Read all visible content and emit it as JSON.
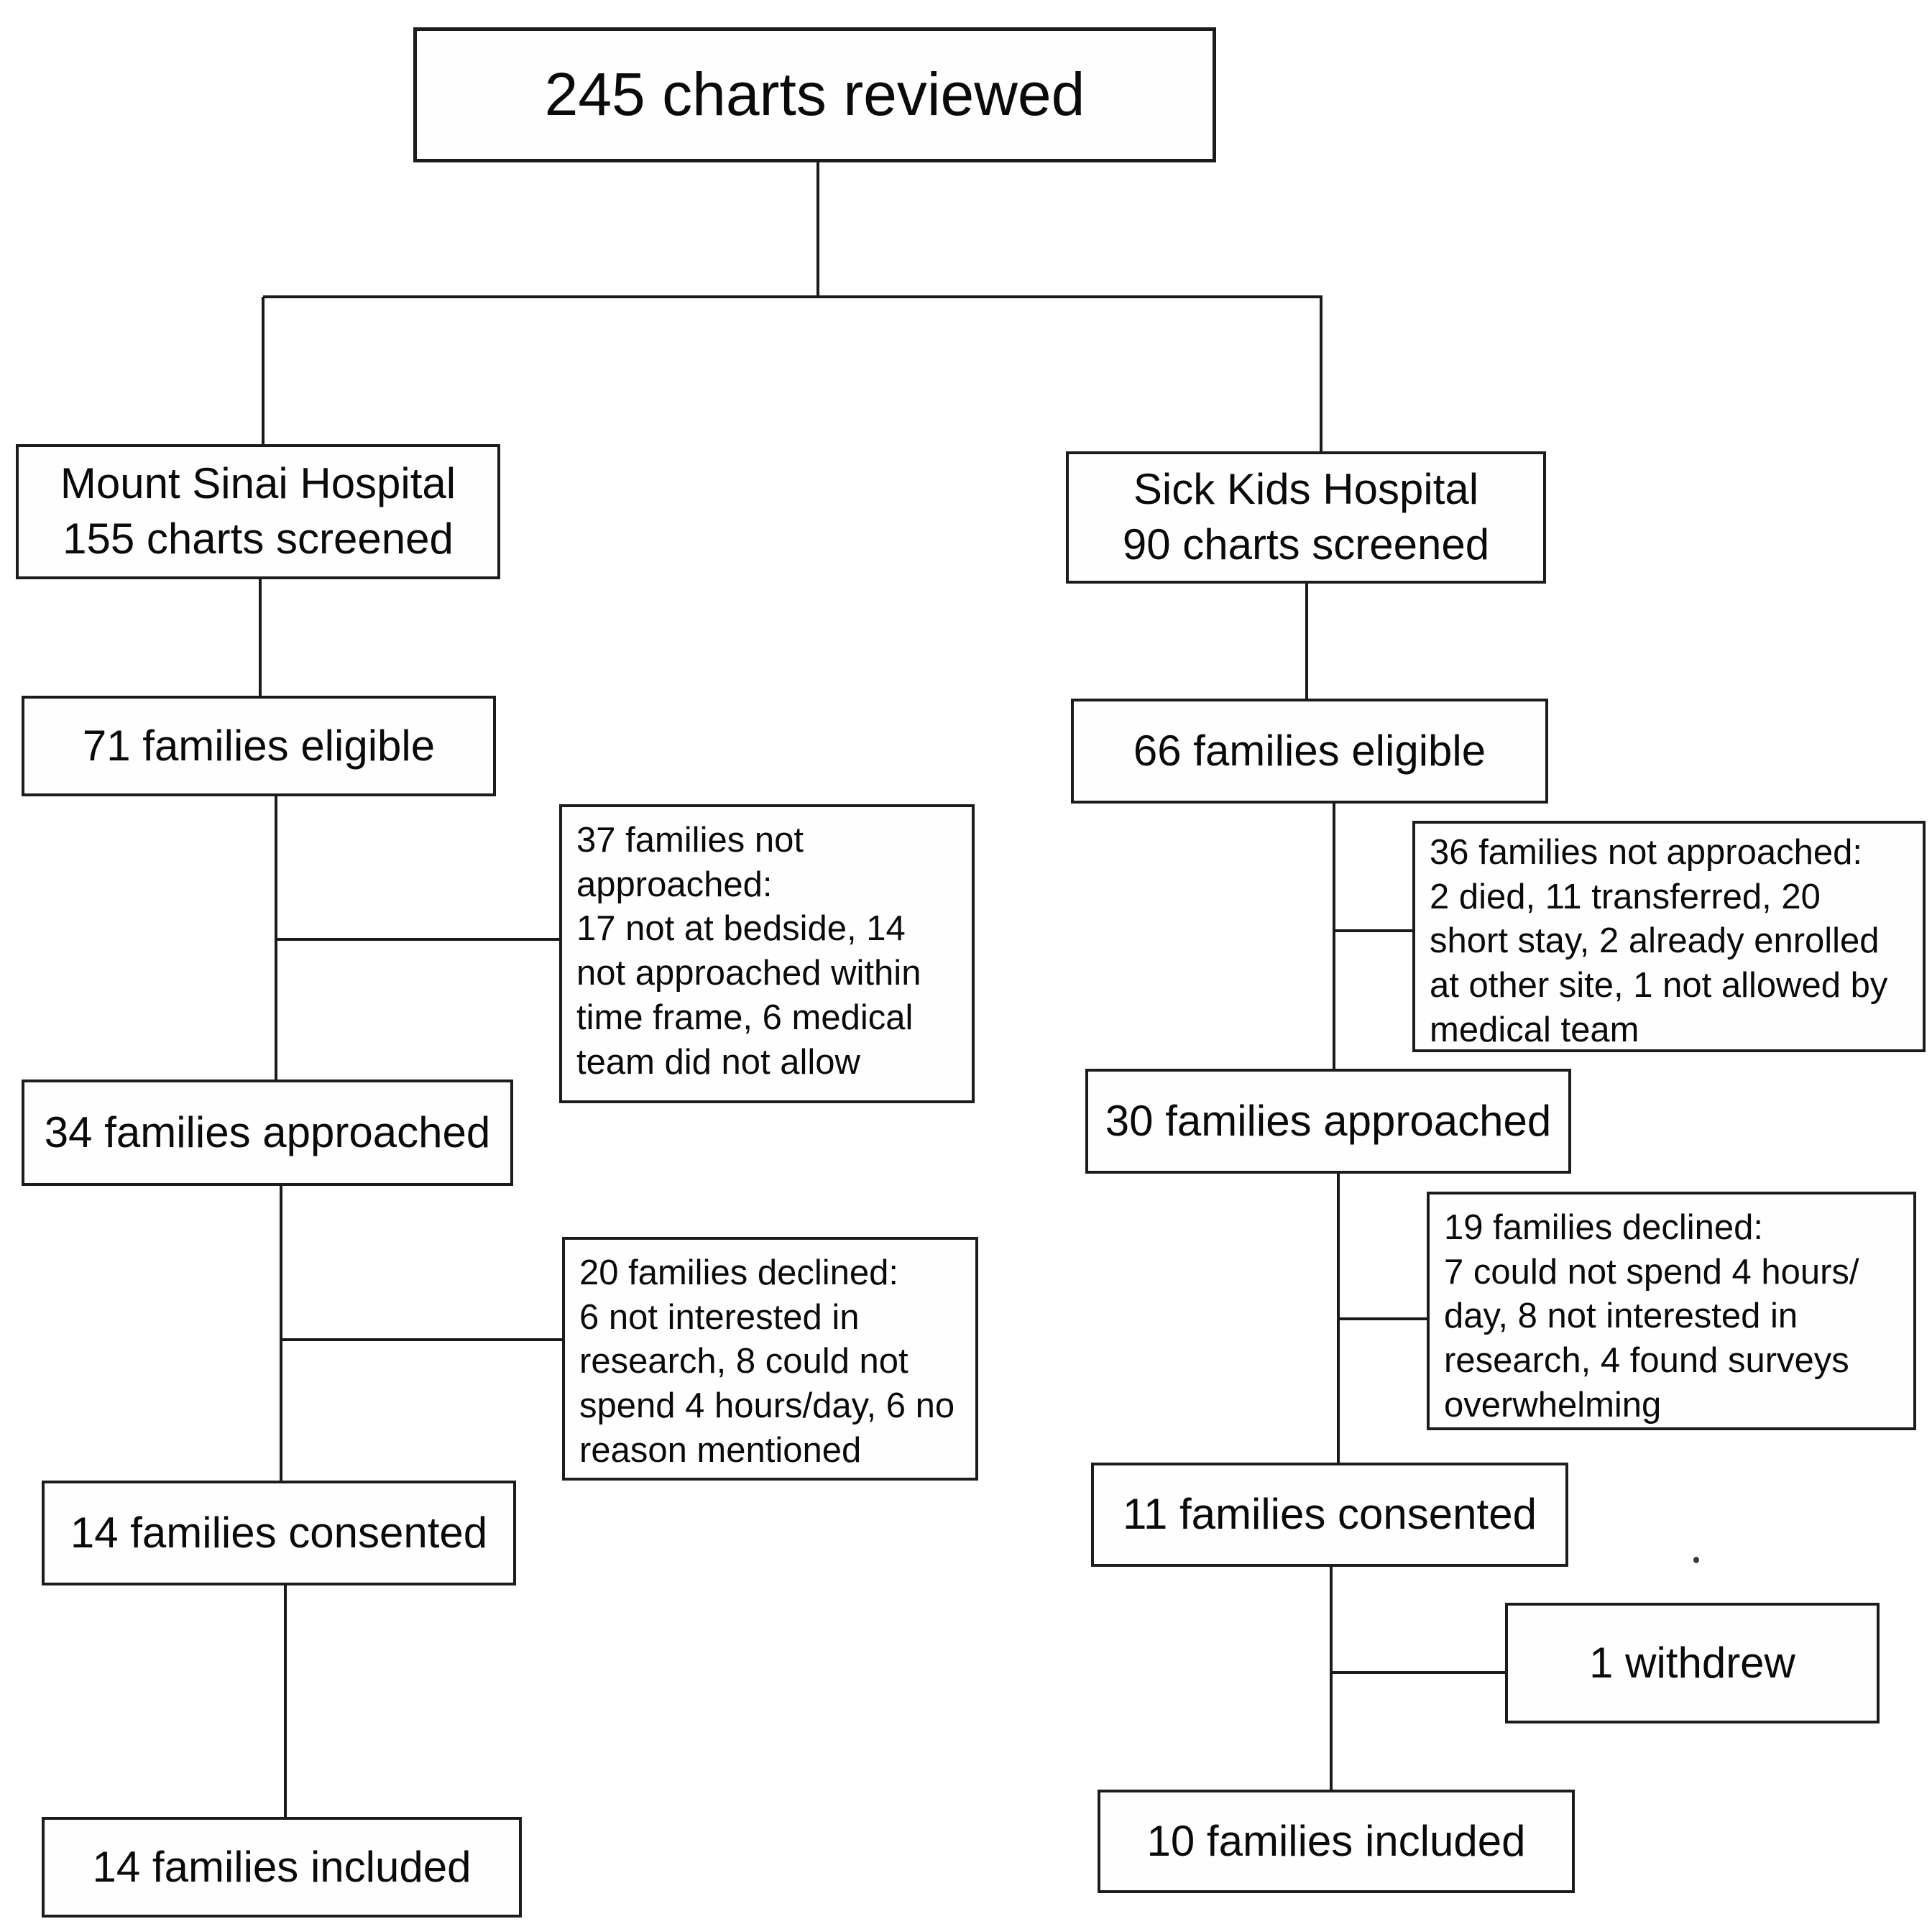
{
  "colors": {
    "background": "#ffffff",
    "line": "#1a1a1a",
    "text": "#0a0a0a"
  },
  "diagram": {
    "total_box": "245 charts reviewed",
    "mount_sinai": {
      "site": "Mount Sinai Hospital\n155 charts screened",
      "eligible": "71 families eligible",
      "not_approached": "37 families not\napproached:\n17 not at bedside, 14\nnot approached within\ntime frame, 6 medical\nteam did not allow",
      "approached": "34 families approached",
      "declined": "20 families declined:\n6 not interested in\nresearch, 8 could not\nspend 4 hours/day, 6 no\nreason mentioned",
      "consented": "14 families consented",
      "included": "14 families included"
    },
    "sick_kids": {
      "site": "Sick Kids Hospital\n90 charts screened",
      "eligible": "66 families eligible",
      "not_approached": "36 families not approached:\n2 died, 11 transferred, 20\nshort stay, 2 already enrolled\nat other site, 1 not allowed by\nmedical team",
      "approached": "30 families approached",
      "declined": "19 families declined:\n7 could not spend 4 hours/\nday, 8 not interested in\nresearch, 4 found surveys\noverwhelming",
      "consented": "11 families consented",
      "withdrew": "1 withdrew",
      "included": "10 families included"
    }
  }
}
